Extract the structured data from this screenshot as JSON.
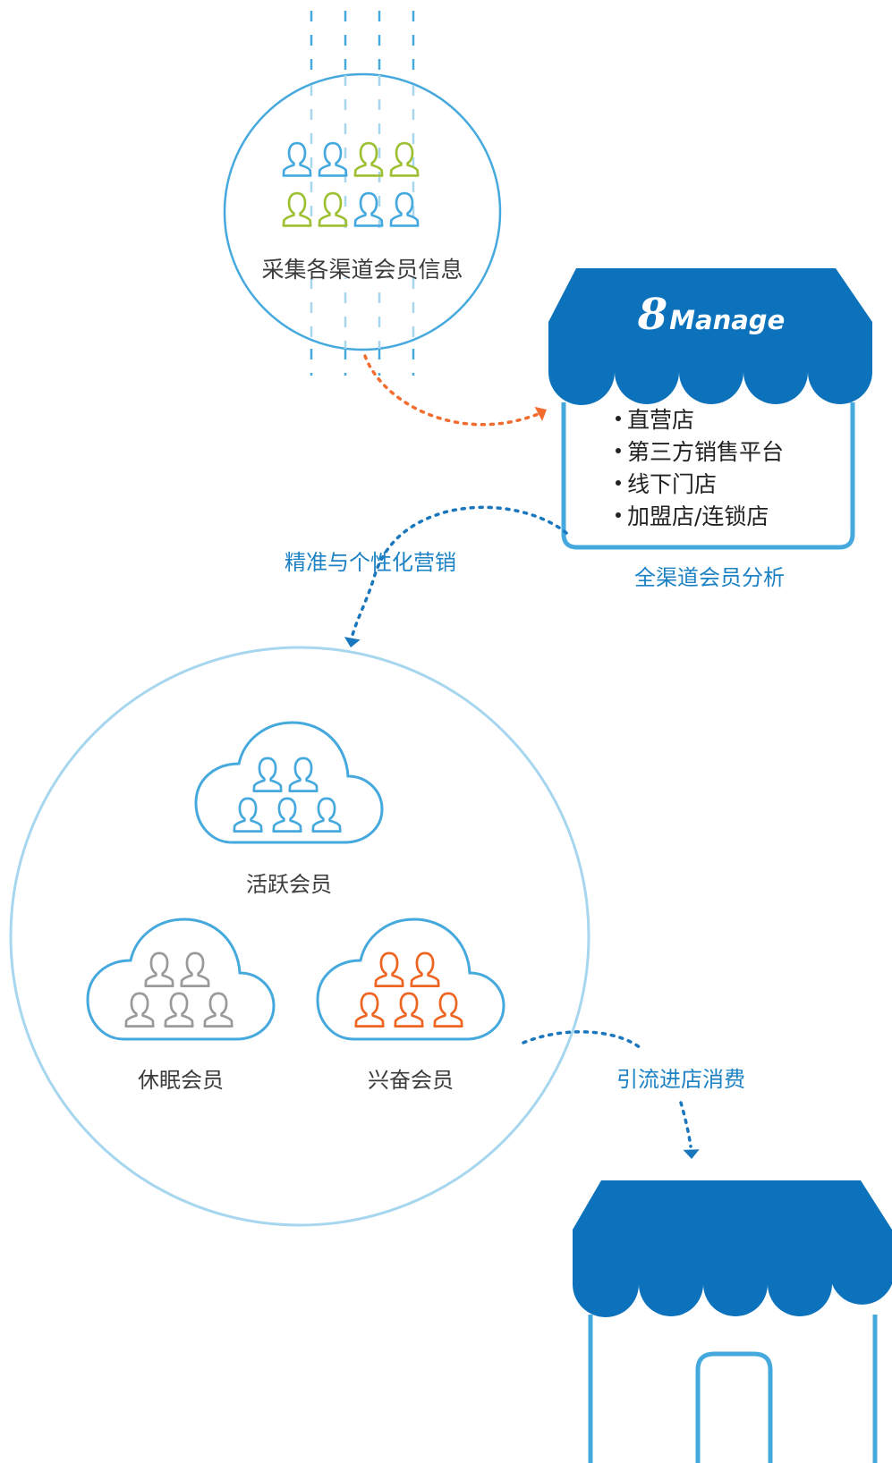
{
  "collect": {
    "label": "采集各渠道会员信息"
  },
  "store": {
    "brand_number": "8",
    "brand_name": "Manage",
    "channels": [
      "直营店",
      "第三方销售平台",
      "线下门店",
      "加盟店/连锁店"
    ],
    "caption": "全渠道会员分析"
  },
  "flows": {
    "precise_marketing": "精准与个性化营销",
    "drive_traffic": "引流进店消费"
  },
  "segments": {
    "active": "活跃会员",
    "sleeping": "休眠会员",
    "excited": "兴奋会员"
  },
  "colors": {
    "brand_blue": "#0c72bc",
    "line_blue": "#46a9de",
    "light_blue": "#a7d6ef",
    "green": "#9dbf32",
    "grey": "#9a9a9a",
    "orange": "#ee6522",
    "arrow_orange": "#f26b2f",
    "arrow_blue": "#1a77bd"
  },
  "icons": {
    "person": "person-outline-icon",
    "cloud": "cloud-outline-icon",
    "storefront": "storefront-icon",
    "door": "door-icon",
    "arrowhead": "arrowhead-icon"
  }
}
